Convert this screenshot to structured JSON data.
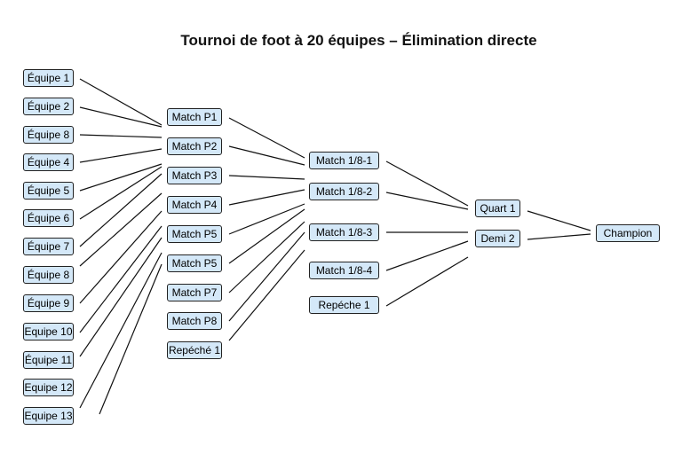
{
  "title": "Tournoi de foot à 20 équipes – Élimination directe",
  "colors": {
    "node_fill": "#d4e8f8",
    "node_border": "#222222",
    "line": "#111111"
  },
  "teams": [
    "Équipe 1",
    "Équipe 2",
    "Équipe 8",
    "Équipe 4",
    "Équipe 5",
    "Équipe 6",
    "Équipe 7",
    "Équipe 8",
    "Équipe 9",
    "Equipe 10",
    "Équipe 11",
    "Equipe 12",
    "Equipe 13"
  ],
  "round1": [
    "Match P1",
    "Match P2",
    "Match P3",
    "Match P4",
    "Match P5",
    "Match P5",
    "Match P7",
    "Match P8",
    "Repéché 1"
  ],
  "round16": [
    "Match 1/8-1",
    "Match 1/8-2",
    "Match 1/8-3",
    "Match 1/8-4",
    "Repéche 1"
  ],
  "semis": [
    "Quart 1",
    "Demi 2"
  ],
  "final": "Champion"
}
